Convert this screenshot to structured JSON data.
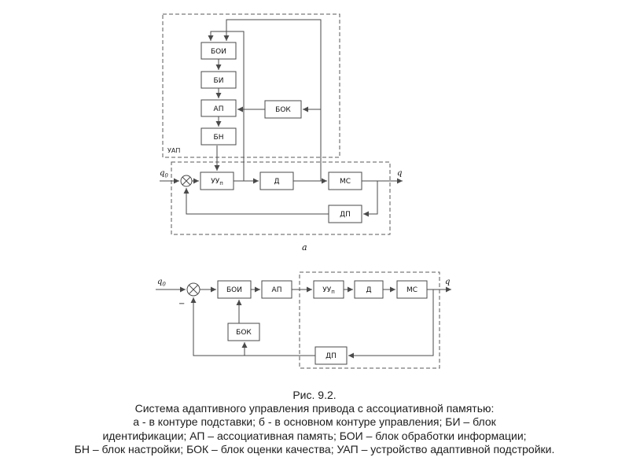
{
  "diagram_a": {
    "blocks": {
      "boi": "БОИ",
      "bi": "БИ",
      "ap": "АП",
      "bn": "БН",
      "bok": "БОК",
      "uu_main": "УУ",
      "uu_sub": "п",
      "d": "Д",
      "ms": "МС",
      "dp": "ДП"
    },
    "uap_label": "УАП",
    "input_main": "q",
    "input_sub": "0",
    "output": "q",
    "sublabel": "a"
  },
  "diagram_b": {
    "blocks": {
      "boi": "БОИ",
      "ap": "АП",
      "bok": "БОК",
      "uu_main": "УУ",
      "uu_sub": "п",
      "d": "Д",
      "ms": "МС",
      "dp": "ДП"
    },
    "input_main": "q",
    "input_sub": "0",
    "output": "q",
    "minus": "−"
  },
  "caption": {
    "line1": "Рис. 9.2.",
    "line2": "Система адаптивного управления привода с ассоциативной памятью:",
    "line3": "а - в контуре подставки; б - в основном контуре управления; БИ – блок",
    "line4": "идентификации; АП – ассоциативная память; БОИ – блок обработки информации;",
    "line5": "БН – блок настройки; БОК – блок оценки качества; УАП – устройство адаптивной подстройки."
  }
}
